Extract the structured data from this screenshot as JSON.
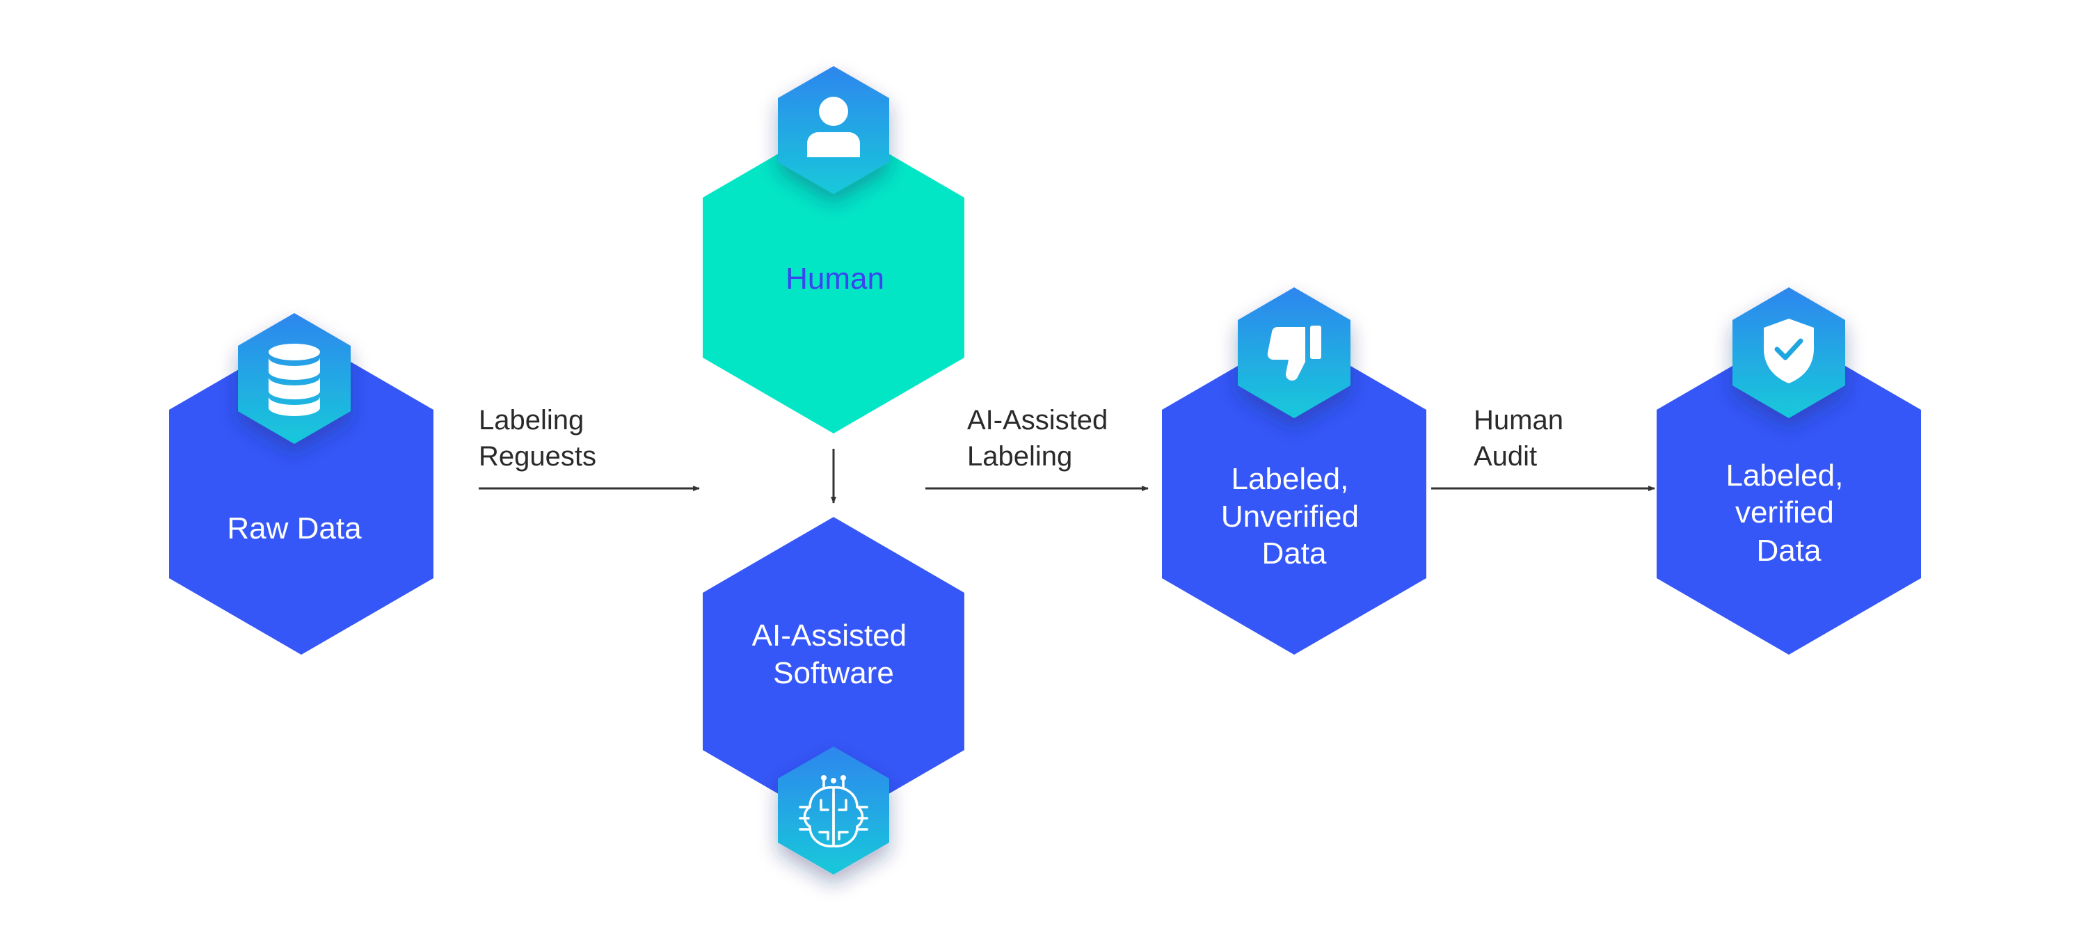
{
  "colors": {
    "primary_hex": "#3557F7",
    "human_hex": "#03E6C6",
    "human_text": "#3A44F0",
    "icon_grad_top": "#2E86EE",
    "icon_grad_bottom": "#18C9DA",
    "arrow": "#333333",
    "text_dark": "#2a2a2a",
    "text_light": "#ffffff"
  },
  "nodes": {
    "raw_data": {
      "lines": [
        "Raw Data"
      ],
      "icon": "database-icon"
    },
    "human": {
      "lines": [
        "Human"
      ],
      "icon": "user-icon"
    },
    "ai_software": {
      "lines": [
        "AI-Assisted",
        "Software"
      ],
      "icon": "ai-brain-chip-icon"
    },
    "labeled_unverified": {
      "lines": [
        "Labeled,",
        "Unverified",
        "Data"
      ],
      "icon": "thumbs-down-icon"
    },
    "labeled_verified": {
      "lines": [
        "Labeled,",
        "verified",
        "Data"
      ],
      "icon": "shield-check-icon"
    }
  },
  "edges": {
    "labeling_requests": {
      "lines": [
        "Labeling",
        "Reguests"
      ]
    },
    "ai_assisted_labeling": {
      "lines": [
        "AI-Assisted",
        "Labeling"
      ]
    },
    "human_audit": {
      "lines": [
        "Human",
        "Audit"
      ]
    }
  }
}
